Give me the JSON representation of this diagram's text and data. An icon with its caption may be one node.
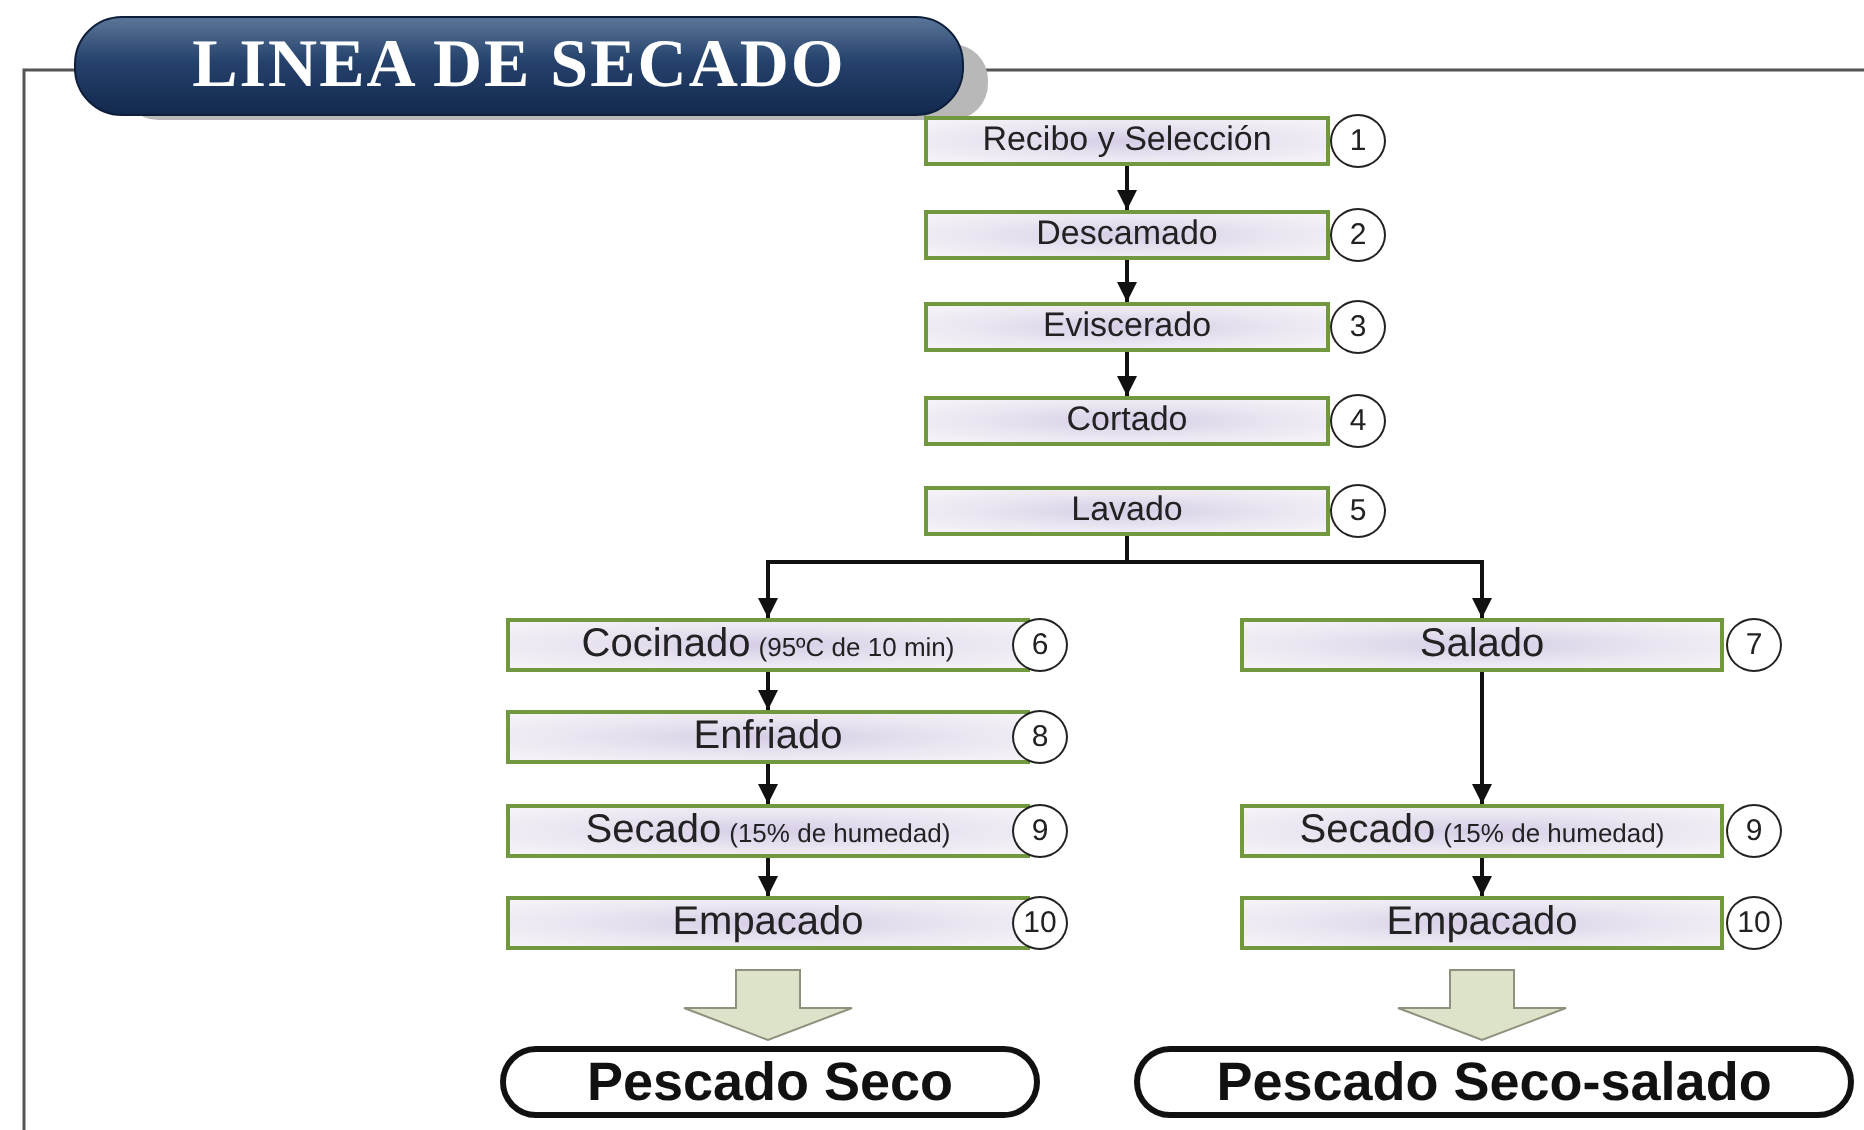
{
  "diagram": {
    "title": "LINEA DE SECADO",
    "nodes": [
      {
        "text": [
          "Recibo y Selección"
        ],
        "beside": [
          "1"
        ]
      },
      {
        "text": [
          "Descamado"
        ],
        "beside": [
          "2"
        ]
      },
      {
        "text": [
          "Eviscerado"
        ],
        "beside": [
          "3"
        ]
      },
      {
        "text": [
          "Cortado"
        ],
        "beside": [
          "4"
        ]
      },
      {
        "text": [
          "Lavado"
        ],
        "beside": [
          "5"
        ]
      },
      {
        "text": [
          "Cocinado",
          "(95ºC de 10 min)"
        ],
        "beside": [
          "6"
        ]
      },
      {
        "text": [
          "Salado"
        ],
        "beside": [
          "7"
        ]
      },
      {
        "text": [
          "Enfriado"
        ],
        "beside": [
          "8"
        ]
      },
      {
        "text": [
          "Secado",
          "(15% de humedad)"
        ],
        "beside": [
          "9"
        ]
      },
      {
        "text": [
          "Empacado"
        ],
        "beside": [
          "10"
        ]
      },
      {
        "text": [
          "Secado",
          "(15% de humedad)"
        ],
        "beside": [
          "9"
        ]
      },
      {
        "text": [
          "Empacado"
        ],
        "beside": [
          "10"
        ]
      },
      {
        "text": [
          "Pescado Seco"
        ]
      },
      {
        "text": [
          "Pescado Seco-salado"
        ]
      }
    ],
    "edges": [
      {
        "from": 0,
        "to": 1,
        "arrow": "to"
      },
      {
        "from": 1,
        "to": 2,
        "arrow": "to"
      },
      {
        "from": 2,
        "to": 3,
        "arrow": "to"
      },
      {
        "from": 4,
        "to": 5,
        "arrow": "to"
      },
      {
        "from": 4,
        "to": 6,
        "arrow": "to"
      },
      {
        "from": 5,
        "to": 7,
        "arrow": "to"
      },
      {
        "from": 7,
        "to": 8,
        "arrow": "to"
      },
      {
        "from": 8,
        "to": 9,
        "arrow": "to"
      },
      {
        "from": 6,
        "to": 10,
        "arrow": "to"
      },
      {
        "from": 10,
        "to": 11,
        "arrow": "to"
      },
      {
        "from": 9,
        "to": 12,
        "arrow": "to",
        "style": "thick",
        "color": "#dde3c8"
      },
      {
        "from": 11,
        "to": 13,
        "arrow": "to",
        "style": "thick",
        "color": "#dde3c8"
      }
    ]
  }
}
